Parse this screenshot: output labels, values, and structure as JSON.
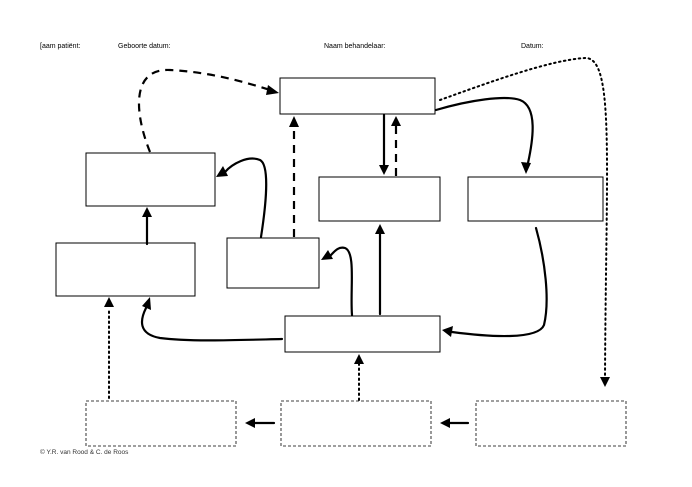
{
  "header": {
    "patient_label": "[aam patiënt:",
    "birthdate_label": "Geboorte datum:",
    "therapist_label": "Naam behandelaar:",
    "date_label": "Datum:"
  },
  "footer": {
    "copyright": "© Y.R. van Rood & C. de Roos"
  },
  "diagram": {
    "boxes": [
      {
        "id": "top-center-box",
        "border": "solid",
        "text": ""
      },
      {
        "id": "upper-left-box",
        "border": "solid",
        "text": ""
      },
      {
        "id": "center-box",
        "border": "solid",
        "text": ""
      },
      {
        "id": "right-box",
        "border": "solid",
        "text": ""
      },
      {
        "id": "left-box",
        "border": "solid",
        "text": ""
      },
      {
        "id": "small-center-box",
        "border": "solid",
        "text": ""
      },
      {
        "id": "bottom-hub-box",
        "border": "solid",
        "text": ""
      },
      {
        "id": "bottom-left-box",
        "border": "dashed",
        "text": ""
      },
      {
        "id": "bottom-middle-box",
        "border": "dashed",
        "text": ""
      },
      {
        "id": "bottom-right-box",
        "border": "dashed",
        "text": ""
      }
    ],
    "line_styles": [
      "solid",
      "dashed",
      "dotted"
    ]
  }
}
